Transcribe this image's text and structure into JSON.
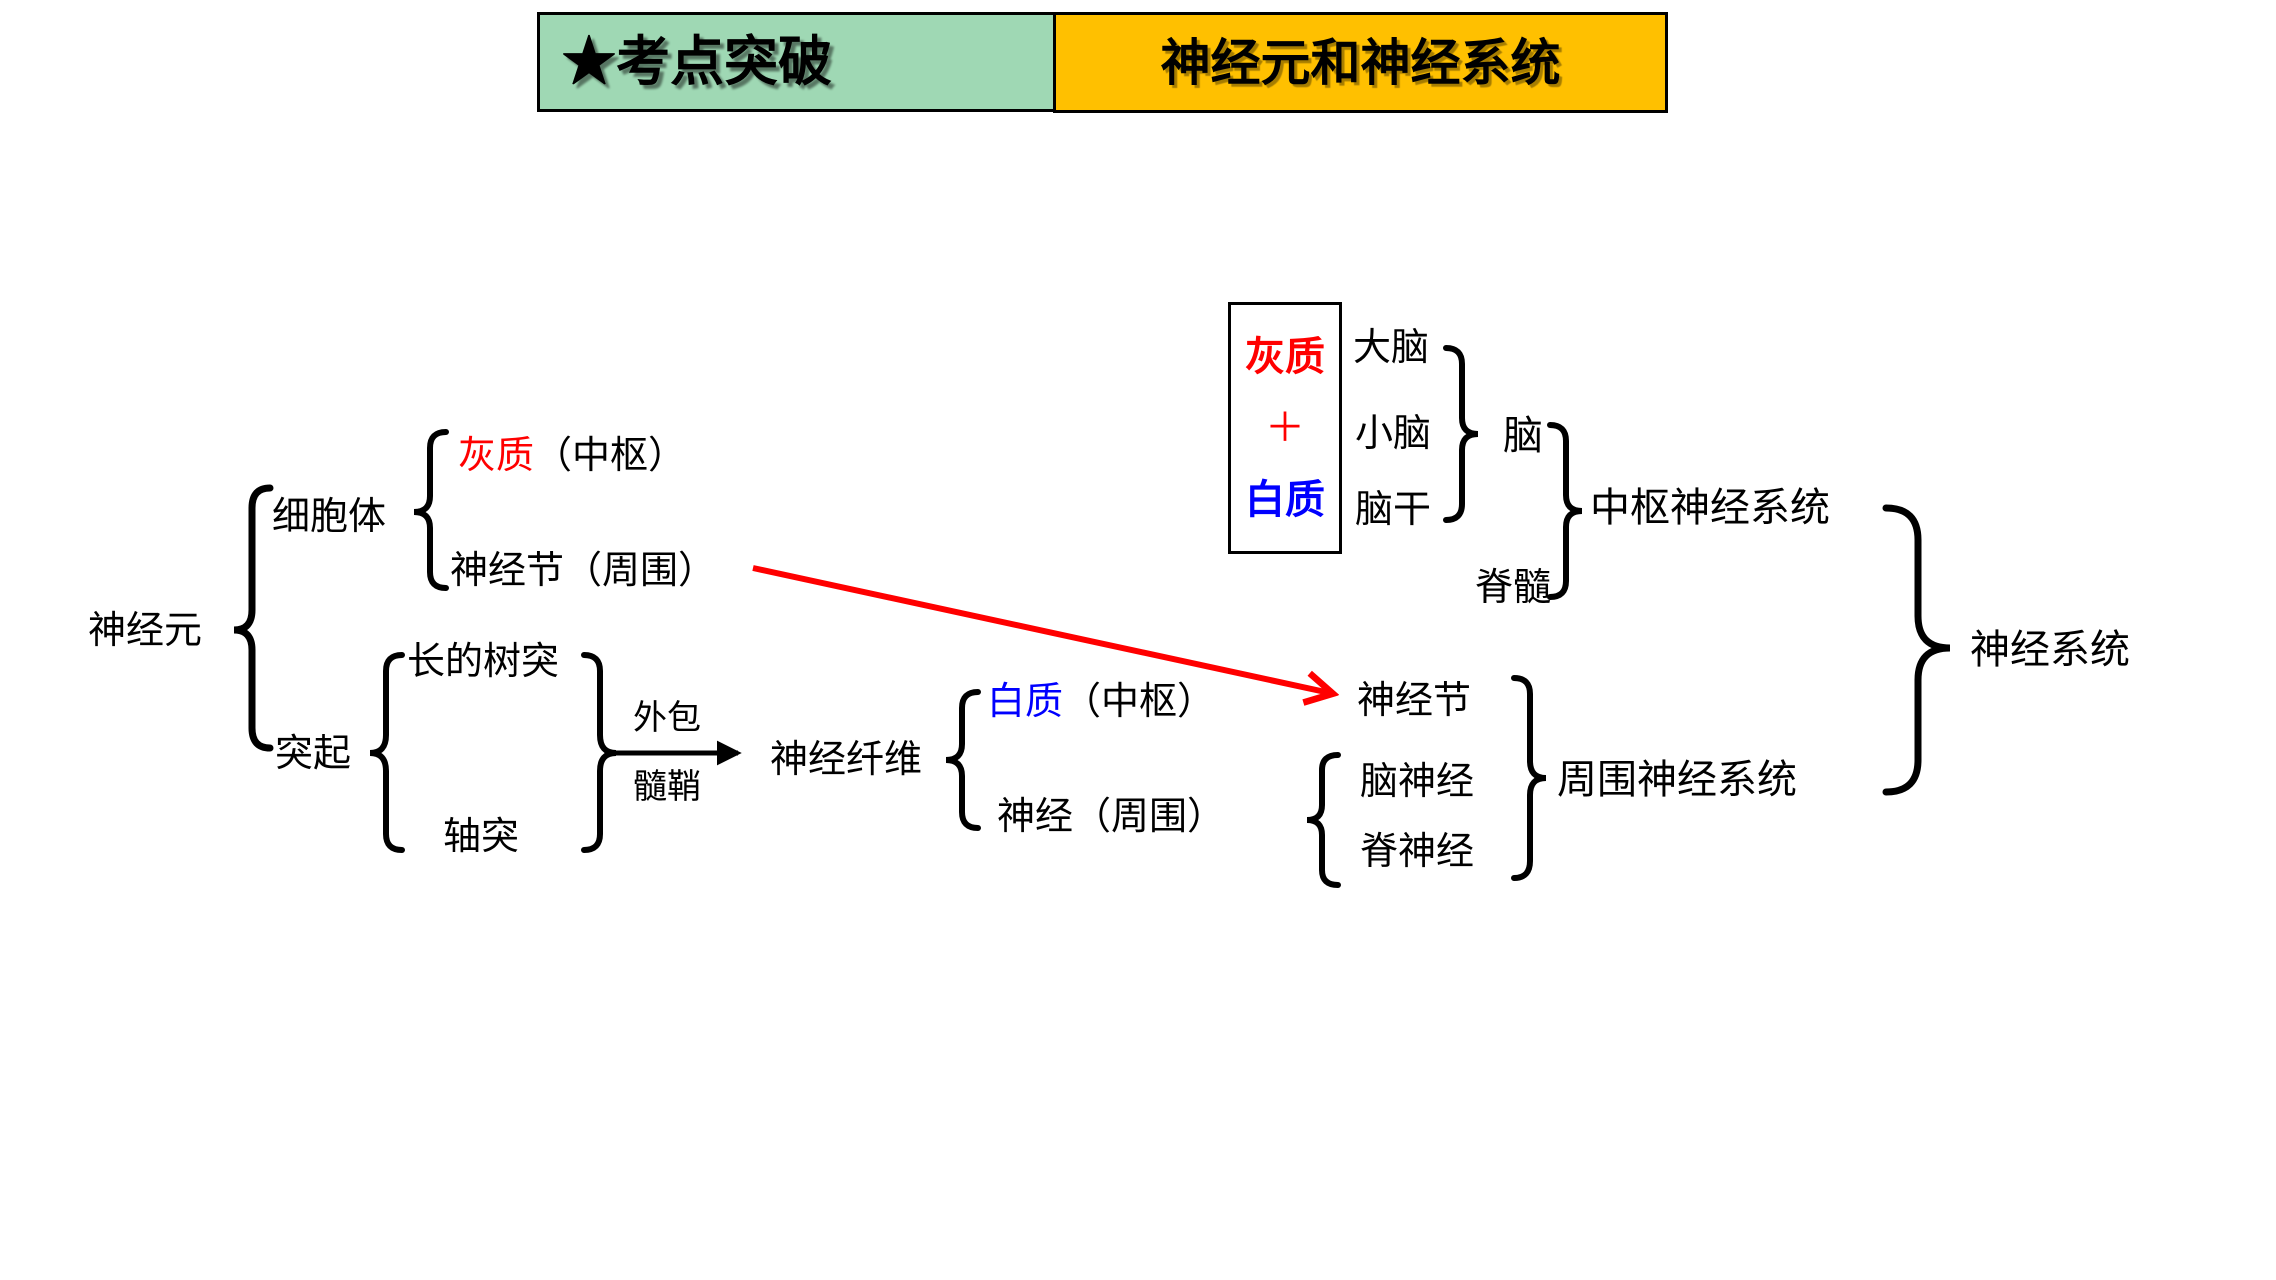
{
  "header": {
    "badge": "★考点突破",
    "title": "神经元和神经系统"
  },
  "colors": {
    "badge_bg": "#9FD8B4",
    "title_bg": "#FFC000",
    "highlight_red": "#FF0000",
    "highlight_blue": "#0000FF"
  },
  "neuron": {
    "root": "神经元",
    "cell_body": "细胞体",
    "gray_matter": "灰质",
    "gray_matter_suffix": "（中枢）",
    "ganglion": "神经节",
    "ganglion_suffix": "（周围）",
    "process": "突起",
    "long_dendrite": "长的树突",
    "axon": "轴突",
    "wrap_label_top": "外包",
    "wrap_label_bottom": "髓鞘",
    "nerve_fiber": "神经纤维",
    "white_matter": "白质",
    "white_matter_suffix": "（中枢）",
    "nerve": "神经",
    "nerve_suffix": "（周围）"
  },
  "system": {
    "box_gray": "灰质",
    "box_plus": "＋",
    "box_white": "白质",
    "cerebrum": "大脑",
    "cerebellum": "小脑",
    "brainstem": "脑干",
    "brain": "脑",
    "spinal_cord": "脊髓",
    "cns": "中枢神经系统",
    "ganglion": "神经节",
    "cranial_nerve": "脑神经",
    "spinal_nerve": "脊神经",
    "pns": "周围神经系统",
    "root": "神经系统"
  }
}
